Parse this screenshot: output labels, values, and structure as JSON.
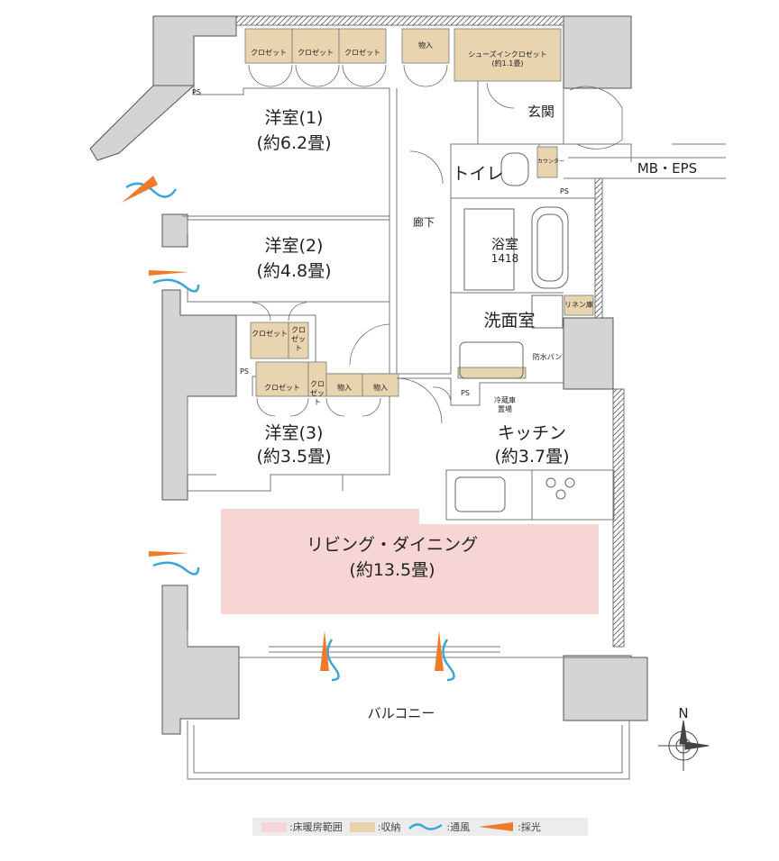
{
  "rooms": {
    "western1": {
      "name": "洋室(1)",
      "area": "(約6.2畳)"
    },
    "western2": {
      "name": "洋室(2)",
      "area": "(約4.8畳)"
    },
    "western3": {
      "name": "洋室(3)",
      "area": "(約3.5畳)"
    },
    "ldk": {
      "name": "リビング・ダイニング",
      "area": "(約13.5畳)"
    },
    "kitchen": {
      "name": "キッチン",
      "area": "(約3.7畳)"
    },
    "bath": {
      "name": "浴室",
      "size": "1418"
    },
    "washroom": {
      "name": "洗面室"
    },
    "toilet": {
      "name": "トイレ"
    },
    "entrance": {
      "name": "玄関"
    },
    "hallway": {
      "name": "廊下"
    },
    "balcony": {
      "name": "バルコニー"
    },
    "mb_eps": {
      "name": "MB・EPS"
    }
  },
  "storage": {
    "closet": "クロゼット",
    "closet_split": "クロ\nゼット",
    "closet_split_short": "クロ\nゼット",
    "storage": "物入",
    "shoes_closet": "シューズインクロゼット",
    "shoes_closet_area": "(約1.1畳)",
    "counter": "カウンター",
    "linen": "リネン庫",
    "waterproof_pan": "防水パン",
    "fridge": "冷蔵庫\n置場"
  },
  "ps": "PS",
  "compass": {
    "north": "N"
  },
  "legend": {
    "floor_heating": ":床暖房範囲",
    "storage": ":収納",
    "ventilation": ":通風",
    "daylight": ":採光"
  },
  "colors": {
    "floor_heating": "#f8d5d5",
    "storage": "#e8d5b0",
    "wall": "#d4d4d4",
    "ventilation": "#3aa6d8",
    "daylight": "#ee7a2a"
  }
}
